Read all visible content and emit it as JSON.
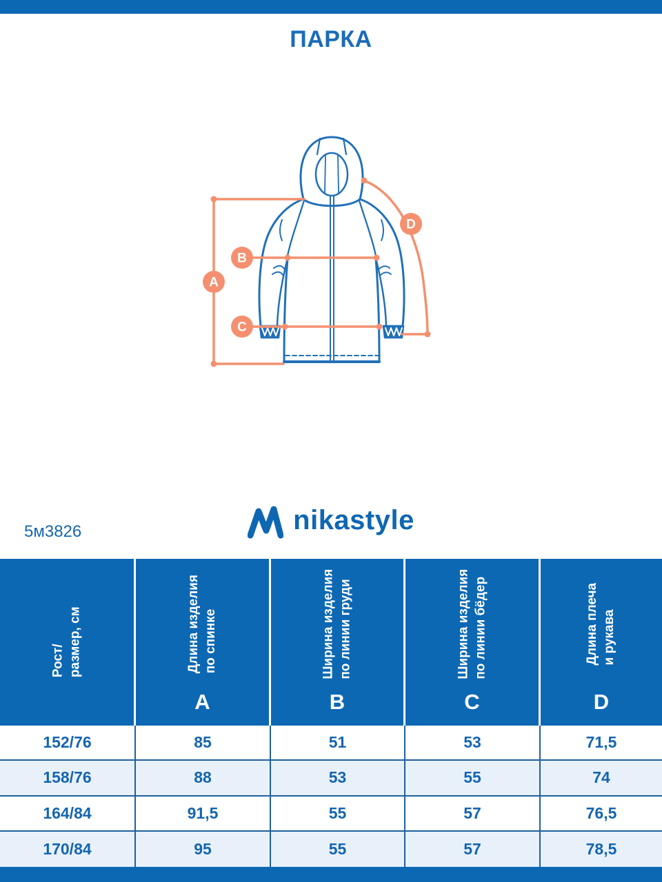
{
  "title": "ПАРКА",
  "article": "5м3826",
  "brand": {
    "name": "nikastyle"
  },
  "colors": {
    "primary_blue": "#0d68b4",
    "grid_blue": "#1e609c",
    "text_blue": "#1565b0",
    "row_alt_blue": "#e8f1fa",
    "accent_orange": "#f4906f",
    "drawing_blue": "#2170b8"
  },
  "diagram": {
    "labels": [
      "A",
      "B",
      "C",
      "D"
    ]
  },
  "table": {
    "size_header": [
      "Рост/",
      "размер, см"
    ],
    "columns": [
      {
        "letter": "A",
        "label": [
          "Длина изделия",
          "по спинке"
        ]
      },
      {
        "letter": "B",
        "label": [
          "Ширина изделия",
          "по линии груди"
        ]
      },
      {
        "letter": "C",
        "label": [
          "Ширина изделия",
          "по линии бёдер"
        ]
      },
      {
        "letter": "D",
        "label": [
          "Длина плеча",
          "и рукава"
        ]
      }
    ],
    "rows": [
      [
        "152/76",
        "85",
        "51",
        "53",
        "71,5"
      ],
      [
        "158/76",
        "88",
        "53",
        "55",
        "74"
      ],
      [
        "164/84",
        "91,5",
        "55",
        "57",
        "76,5"
      ],
      [
        "170/84",
        "95",
        "55",
        "57",
        "78,5"
      ]
    ]
  }
}
